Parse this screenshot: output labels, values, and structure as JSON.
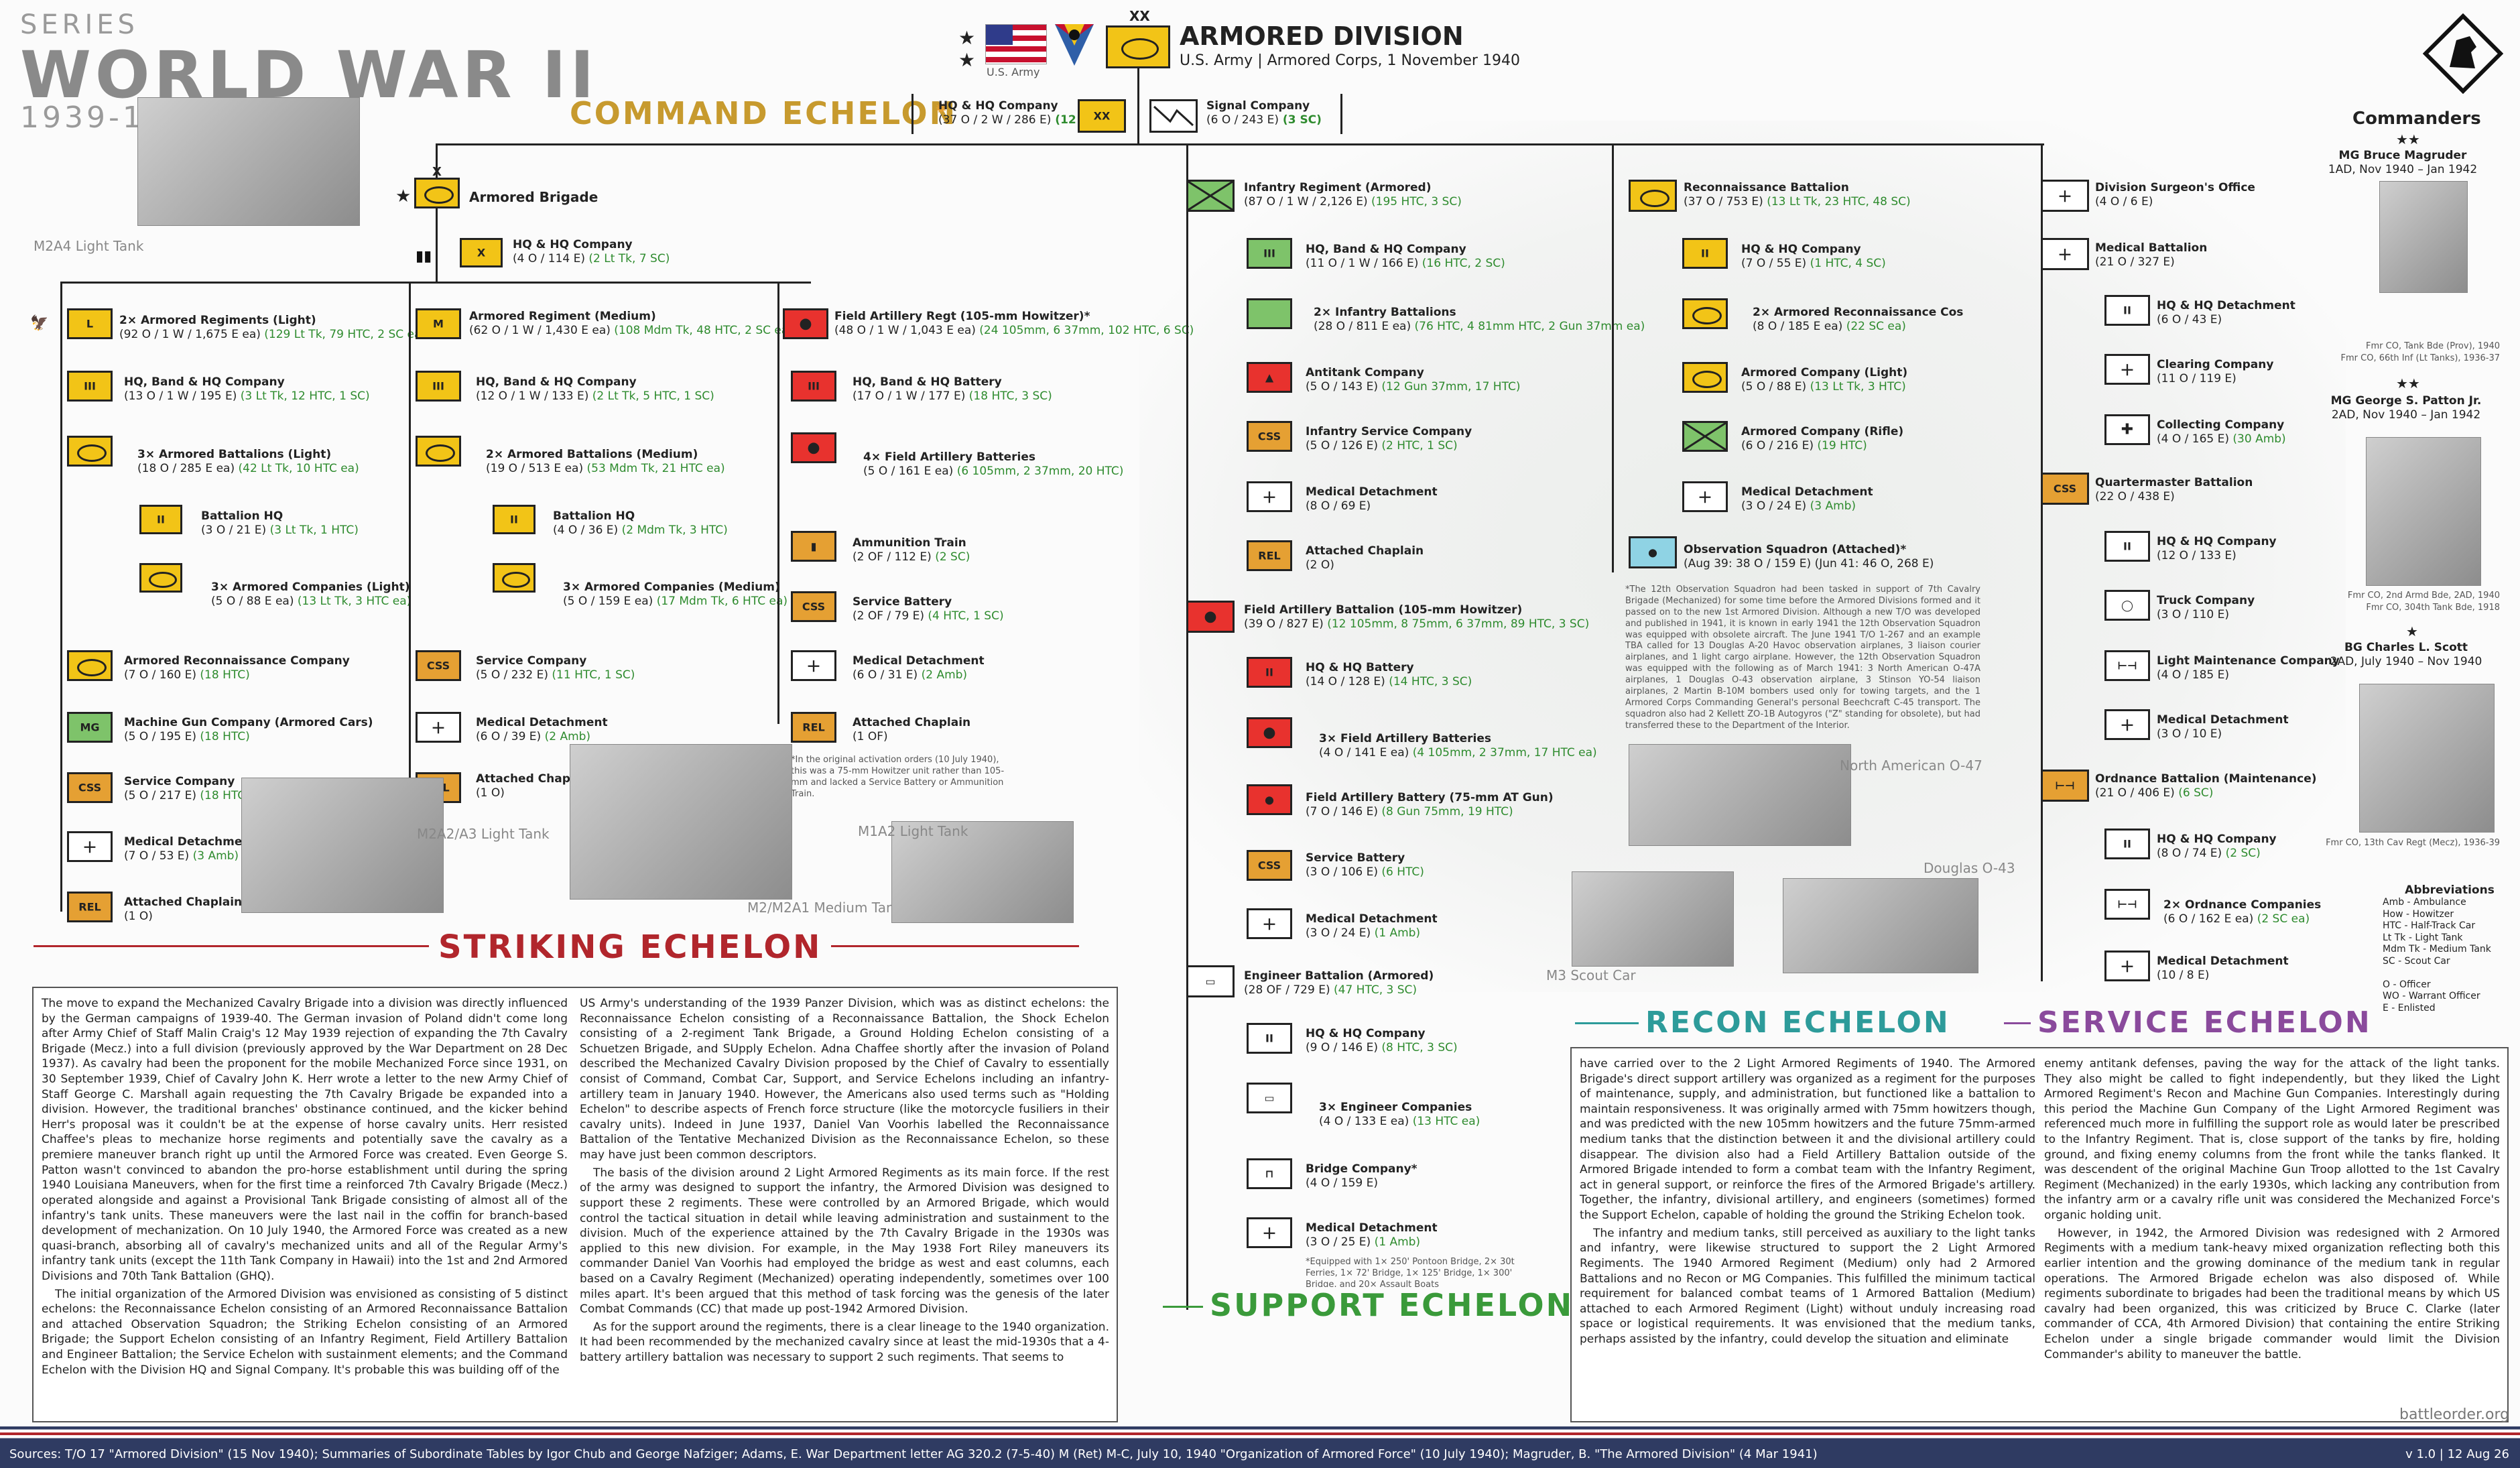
{
  "header": {
    "series": "SERIES",
    "title": "WORLD WAR II",
    "years": "1939-1945",
    "us_army": "U.S. Army",
    "div_title": "ARMORED DIVISION",
    "div_sub": "U.S. Army | Armored Corps, 1 November 1940",
    "size_div": "XX"
  },
  "echelons": {
    "command": "COMMAND ECHELON",
    "striking": "STRIKING ECHELON",
    "support": "SUPPORT ECHELON",
    "recon": "RECON ECHELON",
    "service": "SERVICE ECHELON"
  },
  "command": {
    "hq_label": "HQ & HQ Company",
    "hq_str": "(37 O / 2 W / 286 E)",
    "hq_grn": "(12 SC)",
    "sig_label": "Signal Company",
    "sig_str": "(6 O / 243 E)",
    "sig_grn": "(3 SC)"
  },
  "striking": {
    "brigade": "Armored Brigade",
    "brigade_size": "X",
    "bde_hq": "HQ & HQ Company",
    "bde_hq_str": "(4 O / 114 E)",
    "bde_hq_grn": "(2 Lt Tk, 7 SC)",
    "light_regts": "2× Armored Regiments (Light)",
    "light_regts_str": "(92 O / 1 W / 1,675 E ea)",
    "light_regts_grn": "(129 Lt Tk, 79 HTC, 2 SC ea)",
    "light_hq": "HQ, Band & HQ Company",
    "light_hq_str": "(13 O / 1 W / 195 E)",
    "light_hq_grn": "(3 Lt Tk, 12 HTC, 1 SC)",
    "light_bns": "3× Armored Battalions (Light)",
    "light_bns_str": "(18 O / 285 E ea)",
    "light_bns_grn": "(42 Lt Tk, 10 HTC ea)",
    "bn_hq": "Battalion HQ",
    "bn_hq_str": "(3 O / 21 E)",
    "bn_hq_grn": "(3 Lt Tk, 1 HTC)",
    "light_cos": "3× Armored Companies (Light)",
    "light_cos_str": "(5 O / 88 E ea)",
    "light_cos_grn": "(13 Lt Tk, 3 HTC ea)",
    "recon_co": "Armored Reconnaissance Company",
    "recon_co_str": "(7 O / 160 E)",
    "recon_co_grn": "(18 HTC)",
    "mg_co": "Machine Gun Company (Armored Cars)",
    "mg_co_str": "(5 O / 195 E)",
    "mg_co_grn": "(18 HTC)",
    "svc_co": "Service Company",
    "svc_co_str": "(5 O / 217 E)",
    "svc_co_grn": "(18 HTC, 1 SC)",
    "med_det": "Medical Detachment",
    "med_det_str": "(7 O / 53 E)",
    "med_det_grn": "(3 Amb)",
    "chap": "Attached Chaplain",
    "chap_str": "(1 O)",
    "med_regt": "Armored Regiment (Medium)",
    "med_regt_str": "(62 O / 1 W / 1,430 E ea)",
    "med_regt_grn": "(108 Mdm Tk, 48 HTC, 2 SC ea)",
    "med_hq": "HQ, Band & HQ Company",
    "med_hq_str": "(12 O / 1 W / 133 E)",
    "med_hq_grn": "(2 Lt Tk, 5 HTC, 1 SC)",
    "med_bns": "2× Armored Battalions (Medium)",
    "med_bns_str": "(19 O / 513 E ea)",
    "med_bns_grn": "(53 Mdm Tk, 21 HTC ea)",
    "med_bn_hq": "Battalion HQ",
    "med_bn_hq_str": "(4 O / 36 E)",
    "med_bn_hq_grn": "(2 Mdm Tk, 3 HTC)",
    "med_cos": "3× Armored Companies (Medium)",
    "med_cos_str": "(5 O / 159 E ea)",
    "med_cos_grn": "(17 Mdm Tk, 6 HTC ea)",
    "med_svc": "Service Company",
    "med_svc_str": "(5 O / 232 E)",
    "med_svc_grn": "(11 HTC, 1 SC)",
    "med_med": "Medical Detachment",
    "med_med_str": "(6 O / 39 E)",
    "med_med_grn": "(2 Amb)",
    "med_chap": "Attached Chaplain",
    "med_chap_str": "(1 O)",
    "fa_regt": "Field Artillery Regt (105-mm Howitzer)*",
    "fa_regt_str": "(48 O / 1 W / 1,043 E ea)",
    "fa_regt_grn": "(24 105mm, 6 37mm, 102 HTC, 6 SC)",
    "fa_hq": "HQ, Band & HQ Battery",
    "fa_hq_str": "(17 O / 1 W / 177 E)",
    "fa_hq_grn": "(18 HTC, 3 SC)",
    "fa_btys": "4× Field Artillery Batteries",
    "fa_btys_str": "(5 O / 161 E ea)",
    "fa_btys_grn": "(6 105mm, 2 37mm, 20 HTC)",
    "ammo": "Ammunition Train",
    "ammo_str": "(2 OF / 112 E)",
    "ammo_grn": "(2 SC)",
    "fa_svc": "Service Battery",
    "fa_svc_str": "(2 OF / 79 E)",
    "fa_svc_grn": "(4 HTC, 1 SC)",
    "fa_med": "Medical Detachment",
    "fa_med_str": "(6 O / 31 E)",
    "fa_med_grn": "(2 Amb)",
    "fa_chap": "Attached Chaplain",
    "fa_chap_str": "(1 OF)",
    "fa_note": "*In the original activation orders (10 July 1940), this was a 75-mm Howitzer unit rather than 105-mm and lacked a Service Battery or Ammunition Train."
  },
  "support": {
    "inf_regt": "Infantry Regiment (Armored)",
    "inf_regt_str": "(87 O / 1 W / 2,126 E)",
    "inf_regt_grn": "(195 HTC, 3 SC)",
    "inf_hq": "HQ, Band & HQ Company",
    "inf_hq_str": "(11 O / 1 W / 166 E)",
    "inf_hq_grn": "(16 HTC, 2 SC)",
    "inf_bns": "2× Infantry Battalions",
    "inf_bns_str": "(28 O / 811 E ea)",
    "inf_bns_grn": "(76 HTC, 4 81mm HTC, 2 Gun 37mm ea)",
    "at_co": "Antitank Company",
    "at_co_str": "(5 O / 143 E)",
    "at_co_grn": "(12 Gun 37mm, 17 HTC)",
    "inf_svc": "Infantry Service Company",
    "inf_svc_str": "(5 O / 126 E)",
    "inf_svc_grn": "(2 HTC, 1 SC)",
    "inf_med": "Medical Detachment",
    "inf_med_str": "(8 O / 69 E)",
    "inf_chap": "Attached Chaplain",
    "inf_chap_str": "(2 O)",
    "fa_bn": "Field Artillery Battalion (105-mm Howitzer)",
    "fa_bn_str": "(39 O / 827 E)",
    "fa_bn_grn": "(12 105mm, 8 75mm, 6 37mm, 89 HTC, 3 SC)",
    "fab_hq": "HQ & HQ Battery",
    "fab_hq_str": "(14 O / 128 E)",
    "fab_hq_grn": "(14 HTC, 3 SC)",
    "fab_btys": "3× Field Artillery Batteries",
    "fab_btys_str": "(4 O / 141 E ea)",
    "fab_btys_grn": "(4 105mm, 2 37mm, 17 HTC ea)",
    "fab_at": "Field Artillery Battery (75-mm AT Gun)",
    "fab_at_str": "(7 O / 146 E)",
    "fab_at_grn": "(8 Gun 75mm, 19 HTC)",
    "fab_svc": "Service Battery",
    "fab_svc_str": "(3 O / 106 E)",
    "fab_svc_grn": "(6 HTC)",
    "fab_med": "Medical Detachment",
    "fab_med_str": "(3 O / 24 E)",
    "fab_med_grn": "(1 Amb)",
    "eng_bn": "Engineer Battalion (Armored)",
    "eng_bn_str": "(28 OF / 729 E)",
    "eng_bn_grn": "(47 HTC, 3 SC)",
    "eng_hq": "HQ & HQ Company",
    "eng_hq_str": "(9 O / 146 E)",
    "eng_hq_grn": "(8 HTC, 3 SC)",
    "eng_cos": "3× Engineer Companies",
    "eng_cos_str": "(4 O / 133 E ea)",
    "eng_cos_grn": "(13 HTC ea)",
    "bridge": "Bridge Company*",
    "bridge_str": "(4 O / 159 E)",
    "eng_med": "Medical Detachment",
    "eng_med_str": "(3 O / 25 E)",
    "eng_med_grn": "(1 Amb)",
    "eng_note": "*Equipped with 1× 250' Pontoon Bridge, 2× 30t Ferries, 1× 72' Bridge, 1× 125' Bridge, 1× 300' Bridge, and 20× Assault Boats"
  },
  "recon": {
    "recon_bn": "Reconnaissance Battalion",
    "recon_bn_str": "(37 O / 753 E)",
    "recon_bn_grn": "(13 Lt Tk, 23 HTC, 48 SC)",
    "rb_hq": "HQ & HQ Company",
    "rb_hq_str": "(7 O / 55 E)",
    "rb_hq_grn": "(1 HTC, 4 SC)",
    "rb_cos": "2× Armored Reconnaissance Cos",
    "rb_cos_str": "(8 O / 185 E ea)",
    "rb_cos_grn": "(22 SC ea)",
    "rb_lt": "Armored Company (Light)",
    "rb_lt_str": "(5 O / 88 E)",
    "rb_lt_grn": "(13 Lt Tk, 3 HTC)",
    "rb_rifle": "Armored Company (Rifle)",
    "rb_rifle_str": "(6 O / 216 E)",
    "rb_rifle_grn": "(19 HTC)",
    "rb_med": "Medical Detachment",
    "rb_med_str": "(3 O / 24 E)",
    "rb_med_grn": "(3 Amb)",
    "obs": "Observation Squadron (Attached)*",
    "obs_str": "(Aug 39: 38 O / 159 E) (Jun 41: 46 O, 268 E)",
    "obs_note": "*The 12th Observation Squadron had been tasked in support of 7th Cavalry Brigade (Mechanized) for some time before the Armored Divisions formed and it passed on to the new 1st Armored Division. Although a new T/O was developed and published in 1941, it is known in early 1941 the 12th Observation Squadron was equipped with obsolete aircraft. The June 1941 T/O 1-267 and an example TBA called for 13 Douglas A-20 Havoc observation airplanes, 3 liaison courier airplanes, and 1 light cargo airplane. However, the 12th Observation Squadron was equipped with the following as of March 1941: 3 North American O-47A airplanes, 1 Douglas O-43 observation airplane, 3 Stinson YO-54 liaison airplanes, 2 Martin B-10M bombers used only for towing targets, and the 1 Armored Corps Commanding General's personal Beechcraft C-45 transport. The squadron also had 2 Kellett ZO-1B Autogyros (\"Z\" standing for obsolete), but had transferred these to the Department of the Interior.",
    "plane1": "North American O-47",
    "plane2": "Douglas O-43",
    "car": "M3 Scout Car"
  },
  "service": {
    "surgeon": "Division Surgeon's Office",
    "surgeon_str": "(4 O / 6 E)",
    "med_bn": "Medical Battalion",
    "med_bn_str": "(21 O / 327 E)",
    "mb_hq": "HQ & HQ Detachment",
    "mb_hq_str": "(6 O / 43 E)",
    "mb_clear": "Clearing Company",
    "mb_clear_str": "(11 O / 119 E)",
    "mb_coll": "Collecting Company",
    "mb_coll_str": "(4 O / 165 E)",
    "mb_coll_grn": "(30 Amb)",
    "qm_bn": "Quartermaster Battalion",
    "qm_bn_str": "(22 O / 438 E)",
    "qm_hq": "HQ & HQ Company",
    "qm_hq_str": "(12 O / 133 E)",
    "qm_truck": "Truck Company",
    "qm_truck_str": "(3 O / 110 E)",
    "qm_maint": "Light Maintenance Company",
    "qm_maint_str": "(4 O / 185 E)",
    "qm_med": "Medical Detachment",
    "qm_med_str": "(3 O / 10 E)",
    "ord_bn": "Ordnance Battalion (Maintenance)",
    "ord_bn_str": "(21 O / 406 E)",
    "ord_bn_grn": "(6 SC)",
    "ord_hq": "HQ & HQ Company",
    "ord_hq_str": "(8 O / 74 E)",
    "ord_hq_grn": "(2 SC)",
    "ord_cos": "2× Ordnance Companies",
    "ord_cos_str": "(6 O / 162 E ea)",
    "ord_cos_grn": "(2 SC ea)",
    "ord_med": "Medical Detachment",
    "ord_med_str": "(10 / 8 E)"
  },
  "commanders": {
    "title": "Commanders",
    "c1_name": "MG Bruce Magruder",
    "c1_term": "1AD, Nov 1940 – Jan 1942",
    "c1_note1": "Fmr CO, Tank Bde (Prov), 1940",
    "c1_note2": "Fmr CO, 66th Inf (Lt Tanks), 1936-37",
    "c2_name": "MG George S. Patton Jr.",
    "c2_term": "2AD, Nov 1940 – Jan 1942",
    "c2_note1": "Fmr CO, 2nd Armd Bde, 2AD, 1940",
    "c2_note2": "Fmr CO, 304th Tank Bde, 1918",
    "c3_name": "BG Charles L. Scott",
    "c3_term": "2AD, July 1940 – Nov 1940",
    "c3_note1": "Fmr CO, 13th Cav Regt (Mecz), 1936-39"
  },
  "abbreviations": {
    "title": "Abbreviations",
    "items": [
      "Amb - Ambulance",
      "How - Howitzer",
      "HTC - Half-Track Car",
      "Lt Tk - Light Tank",
      "Mdm Tk - Medium Tank",
      "SC - Scout Car",
      "",
      "O - Officer",
      "WO - Warrant Officer",
      "E - Enlisted"
    ]
  },
  "photos": {
    "m2a4": "M2A4 Light Tank",
    "m2a2": "M2A2/A3 Light Tank",
    "m2m2a1": "M2/M2A1 Medium Tank",
    "m1a2": "M1A2 Light Tank"
  },
  "text_left": {
    "p1": "The move to expand the Mechanized Cavalry Brigade into a division was directly influenced by the German campaigns of 1939-40. The German invasion of Poland didn't come long after Army Chief of Staff Malin Craig's 12 May 1939 rejection of expanding the 7th Cavalry Brigade (Mecz.) into a full division (previously approved by the War Department on 28 Dec 1937). As cavalry had been the proponent for the mobile Mechanized Force since 1931, on 30 September 1939, Chief of Cavalry John K. Herr wrote a letter to the new Army Chief of Staff George C. Marshall again requesting the 7th Cavalry Brigade be expanded into a division. However, the traditional branches' obstinance continued, and the kicker behind Herr's proposal was it couldn't be at the expense of horse cavalry units. Herr resisted Chaffee's pleas to mechanize horse regiments and potentially save the cavalry as a premiere maneuver branch right up until the Armored Force was created. Even George S. Patton wasn't convinced to abandon the pro-horse establishment until during the spring 1940 Louisiana Maneuvers, when for the first time a reinforced 7th Cavalry Brigade (Mecz.) operated alongside and against a Provisional Tank Brigade consisting of almost all of the infantry's tank units. These maneuvers were the last nail in the coffin for branch-based development of mechanization. On 10 July 1940, the Armored Force was created as a new quasi-branch, absorbing all of cavalry's mechanized units and all of the Regular Army's infantry tank units (except the 11th Tank Company in Hawaii) into the 1st and 2nd Armored Divisions and 70th Tank Battalion (GHQ).",
    "p2": "The initial organization of the Armored Division was envisioned as consisting of 5 distinct echelons: the Reconnaissance Echelon consisting of an Armored Reconnaissance Battalion and attached Observation Squadron; the Striking Echelon consisting of an Armored Brigade; the Support Echelon consisting of an Infantry Regiment, Field Artillery Battalion and Engineer Battalion; the Service Echelon with sustainment elements; and the Command Echelon with the Division HQ and Signal Company. It's probable this was building off of the",
    "p3": "US Army's understanding of the 1939 Panzer Division, which was as distinct echelons: the Reconnaissance Echelon consisting of a Reconnaissance Battalion, the Shock Echelon consisting of a 2-regiment Tank Brigade, a Ground Holding Echelon consisting of a Schuetzen Brigade, and SUpply Echelon. Adna Chaffee shortly after the invasion of Poland described the Mechanized Cavalry Division proposed by the Chief of Cavalry to essentially consist of Command, Combat Car, Support, and Service Echelons including an infantry-artillery team in January 1940. However, the Americans also used terms such as \"Holding Echelon\" to describe aspects of French force structure (like the motorcycle fusiliers in their cavalry units). Indeed in June 1937, Daniel Van Voorhis labelled the Reconnaissance Battalion of the Tentative Mechanized Division as the Reconnaissance Echelon, so these may have just been common descriptors.",
    "p4": "The basis of the division around 2 Light Armored Regiments as its main force. If the rest of the army was designed to support the infantry, the Armored Division was designed to support these 2 regiments. These were controlled by an Armored Brigade, which would control the tactical situation in detail while leaving administration and sustainment to the division. Much of the experience attained by the 7th Cavalry Brigade in the 1930s was applied to this new division. For example, in the May 1938 Fort Riley maneuvers its commander Daniel Van Voorhis had employed the bridge as west and east columns, each based on a Cavalry Regiment (Mechanized) operating independently, sometimes over 100 miles apart. It's been argued that this method of task forcing was the genesis of the later Combat Commands (CC) that made up post-1942 Armored Division.",
    "p5": "As for the support around the regiments, there is a clear lineage to the 1940 organization. It had been recommended by the mechanized cavalry since at least the mid-1930s that a 4-battery artillery battalion was necessary to support 2 such regiments. That seems to"
  },
  "text_right": {
    "p1": "have carried over to the 2 Light Armored Regiments of 1940. The Armored Brigade's direct support artillery was organized as a regiment for the purposes of maintenance, supply, and administration, but functioned like a battalion to maintain responsiveness. It was originally armed with 75mm howitzers though, and was predicted with the new 105mm howitzers and the future 75mm-armed medium tanks that the distinction between it and the divisional artillery could disappear. The division also had a Field Artillery Battalion outside of the Armored Brigade intended to form a combat team with the Infantry Regiment, act in general support, or reinforce the fires of the Armored Brigade's artillery. Together, the infantry, divisional artillery, and engineers (sometimes) formed the Support Echelon, capable of holding the ground the Striking Echelon took.",
    "p2": "The infantry and medium tanks, still perceived as auxiliary to the light tanks and infantry, were likewise structured to support the 2 Light Armored Regiments. The 1940 Armored Regiment (Medium) only had 2 Armored Battalions and no Recon or MG Companies. This fulfilled the minimum tactical requirement for balanced combat teams of 1 Armored Battalion (Medium) attached to each Armored Regiment (Light) without unduly increasing road space or logistical requirements. It was envisioned that the medium tanks, perhaps assisted by the infantry, could develop the situation and eliminate",
    "p3": "enemy antitank defenses, paving the way for the attack of the light tanks. They also might be called to fight independently, but they liked the Light Armored Regiment's Recon and Machine Gun Companies. Interestingly during this period the Machine Gun Company of the Light Armored Regiment was referenced much more in fulfilling the support role as would later be prescribed to the Infantry Regiment. That is, close support of the tanks by fire, holding ground, and fixing enemy columns from the front while the tanks flanked. It was descendent of the original Machine Gun Troop allotted to the 1st Cavalry Regiment (Mechanized) in the early 1930s, which lacking any contribution from the infantry arm or a cavalry rifle unit was considered the Mechanized Force's organic holding unit.",
    "p4": "However, in 1942, the Armored Division was redesigned with 2 Armored Regiments with a medium tank-heavy mixed organization reflecting both this earlier intention and the growing dominance of the medium tank in regular operations. The Armored Brigade echelon was also disposed of. While regiments subordinate to brigades had been the traditional means by which US cavalry had been organized, this was criticized by Bruce C. Clarke (later commander of CCA, 4th Armored Division) that containing the entire Striking Echelon under a single brigade commander would limit the Division Commander's ability to maneuver the battle."
  },
  "footer": {
    "sources": "Sources: T/O 17 \"Armored Division\" (15 Nov 1940); Summaries of Subordinate Tables by Igor Chub and George Nafziger; Adams, E. War Department letter AG 320.2 (7-5-40) M (Ret) M-C, July 10, 1940 \"Organization of Armored Force\" (10 July 1940); Magruder, B. \"The Armored Division\" (4 Mar 1941)",
    "site": "battleorder.org",
    "version": "v 1.0 | 12 Aug 26"
  },
  "colors": {
    "armor": "#f2c417",
    "infantry": "#7ec36a",
    "artillery": "#e8322e",
    "service": "#e5a033",
    "striking": "#b1262c",
    "command": "#c79a2e",
    "support": "#3a9a3a",
    "recon": "#2d9b9a",
    "svc_ech": "#8a4a9c"
  }
}
